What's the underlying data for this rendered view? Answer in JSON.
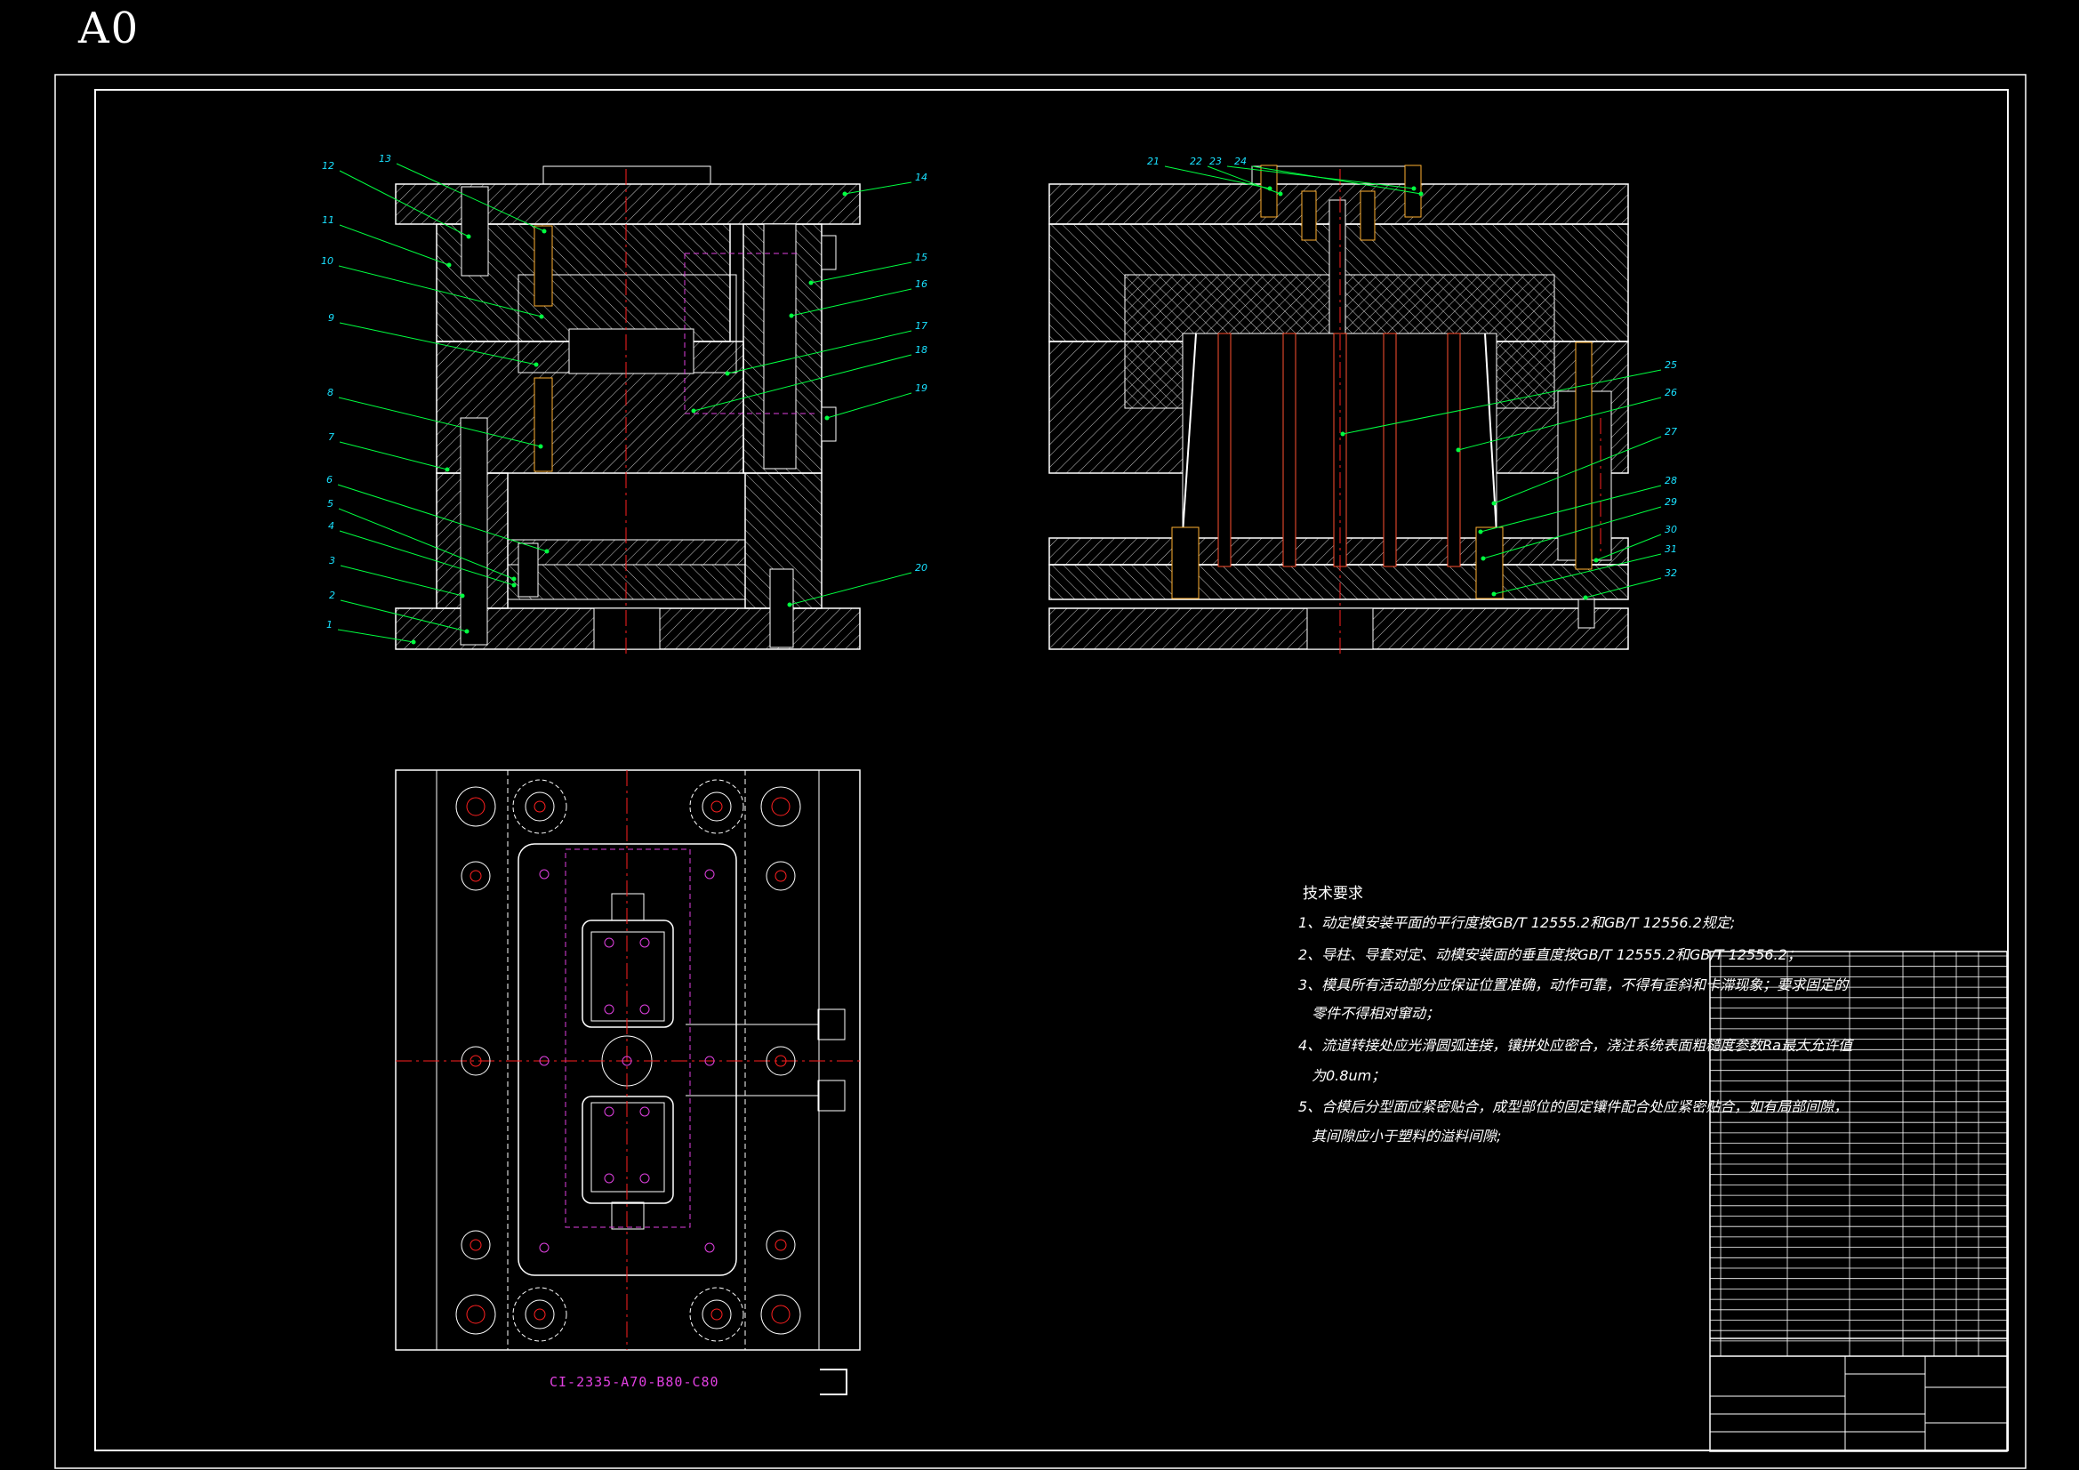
{
  "sheet": {
    "size_label": "A0"
  },
  "part_numbers": [
    "1",
    "2",
    "3",
    "4",
    "5",
    "6",
    "7",
    "8",
    "9",
    "10",
    "11",
    "12",
    "13",
    "14",
    "15",
    "16",
    "17",
    "18",
    "19",
    "20",
    "21",
    "22",
    "23",
    "24",
    "25",
    "26",
    "27",
    "28",
    "29",
    "30",
    "31",
    "32"
  ],
  "technical_requirements": {
    "title": "技术要求",
    "items": [
      "1、动定模安装平面的平行度按GB/T 12555.2和GB/T 12556.2规定;",
      "2、导柱、导套对定、动模安装面的垂直度按GB/T 12555.2和GB/T 12556.2；",
      "3、模具所有活动部分应保证位置准确，动作可靠，不得有歪斜和卡滞现象；要求固定的",
      "零件不得相对窜动；",
      "4、流道转接处应光滑圆弧连接，镶拼处应密合，浇注系统表面粗糙度参数Ra最大允许值",
      "为0.8um；",
      "5、合模后分型面应紧密贴合，成型部位的固定镶件配合处应紧密贴合，如有局部间隙，",
      "其间隙应小于塑料的溢料间隙;"
    ]
  },
  "mold_code": "CI-2335-A70-B80-C80",
  "colors": {
    "background": "#000000",
    "outline": "#ffffff",
    "leader": "#00ff40",
    "label": "#19e1ff",
    "centerline": "#ff2020",
    "hidden": "#e040e0",
    "bolt": "#ffb030",
    "pin": "#ff5030"
  }
}
